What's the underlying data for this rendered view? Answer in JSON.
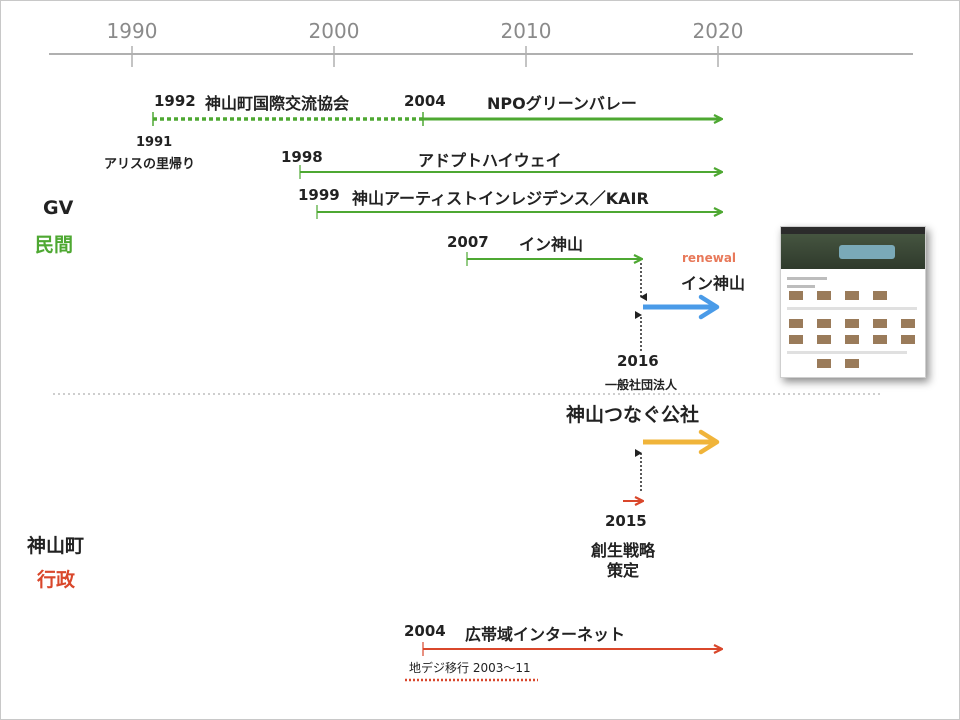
{
  "axis": {
    "ticks": [
      "1990",
      "2000",
      "2010",
      "2020"
    ]
  },
  "sections": {
    "private": {
      "title": "GV",
      "subtitle": "民間"
    },
    "public": {
      "title": "神山町",
      "subtitle": "行政"
    }
  },
  "events": {
    "e1992_year": "1992",
    "e1992_label": "神山町国際交流協会",
    "e2004_year": "2004",
    "e2004_label": "NPOグリーンバレー",
    "e1991_year": "1991",
    "e1991_label": "アリスの里帰り",
    "e1998_year": "1998",
    "e1998_label": "アドプトハイウェイ",
    "e1999_year": "1999",
    "e1999_label": "神山アーティストインレジデンス／KAIR",
    "e2007_year": "2007",
    "e2007_label": "イン神山",
    "renewal_tag": "renewal",
    "renewal_label": "イン神山",
    "e2016_year": "2016",
    "e2016_sub": "一般社団法人",
    "e2016_label": "神山つなぐ公社",
    "e2015_year": "2015",
    "e2015_label_1": "創生戦略",
    "e2015_label_2": "策定",
    "net_year": "2004",
    "net_label": "広帯域インターネット",
    "digi_label": "地デジ移行 2003〜11"
  },
  "colors": {
    "green": "#4ea832",
    "blue": "#4a9be8",
    "yellow": "#f0b43a",
    "red": "#d9472b",
    "axis": "#b0b0b0"
  }
}
